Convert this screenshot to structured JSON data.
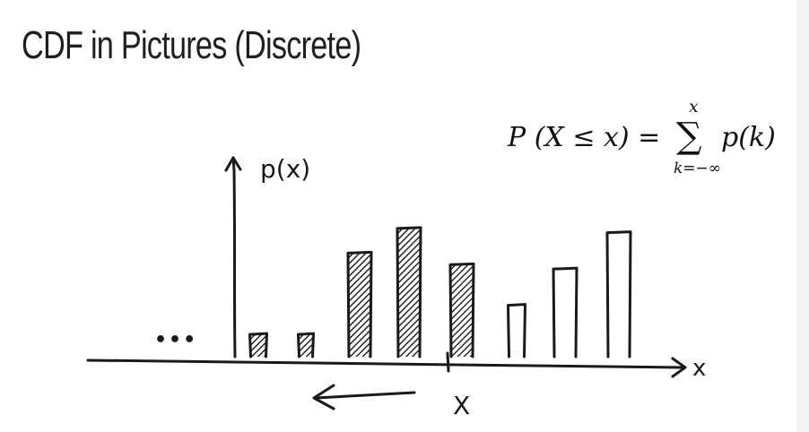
{
  "title": "CDF in Pictures (Discrete)",
  "formula": {
    "lhs": "P (X ≤ x) =",
    "sigma": "∑",
    "upper_limit": "x",
    "lower_limit": "k=−∞",
    "term": "p(k)"
  },
  "sketch": {
    "y_axis_label": "p(x)",
    "x_axis_label": "x",
    "x_marker_label": "X",
    "ellipsis": "•••",
    "bars": [
      {
        "relative_height": 0.16,
        "hatched": true
      },
      {
        "relative_height": 0.16,
        "hatched": true
      },
      {
        "relative_height": 0.72,
        "hatched": true
      },
      {
        "relative_height": 0.89,
        "hatched": true
      },
      {
        "relative_height": 0.64,
        "hatched": true
      },
      {
        "relative_height": 0.36,
        "hatched": false
      },
      {
        "relative_height": 0.61,
        "hatched": false
      },
      {
        "relative_height": 0.86,
        "hatched": false
      }
    ]
  }
}
